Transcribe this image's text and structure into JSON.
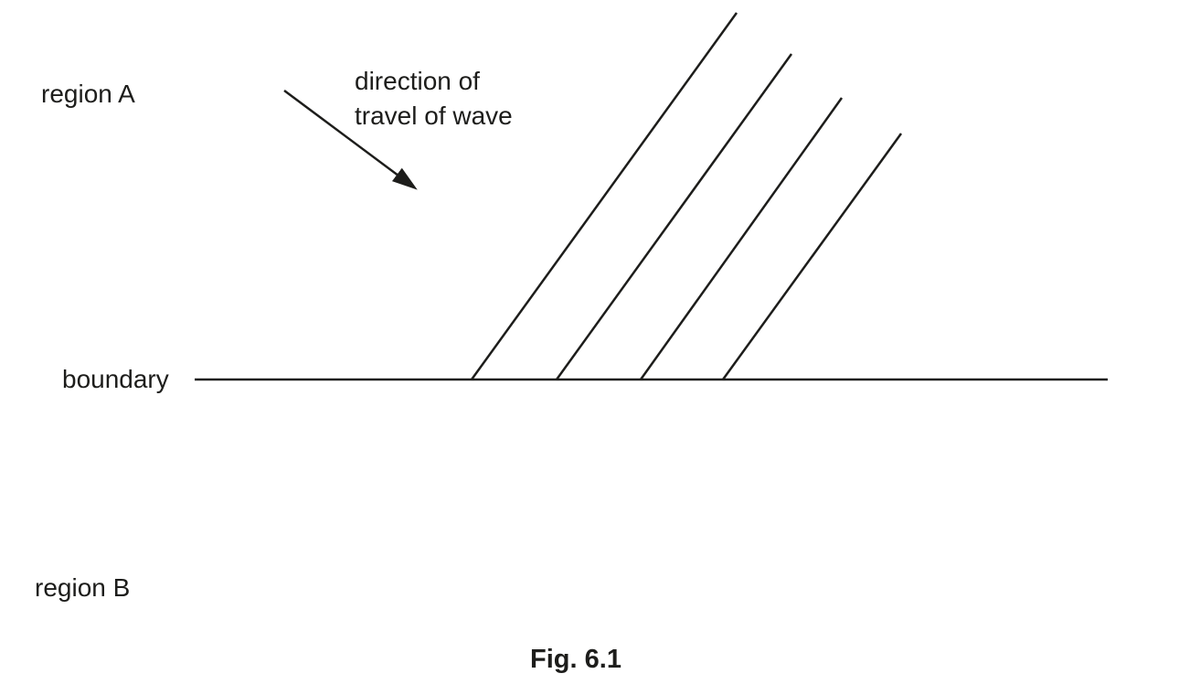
{
  "diagram": {
    "region_a_label": "region A",
    "region_b_label": "region B",
    "boundary_label": "boundary",
    "direction_label_line1": "direction of",
    "direction_label_line2": "travel of wave",
    "caption": "Fig. 6.1",
    "line_color": "#1d1d1b",
    "background_color": "#ffffff",
    "description": "Four parallel wavefronts in region A travelling towards a horizontal boundary between region A and region B"
  }
}
